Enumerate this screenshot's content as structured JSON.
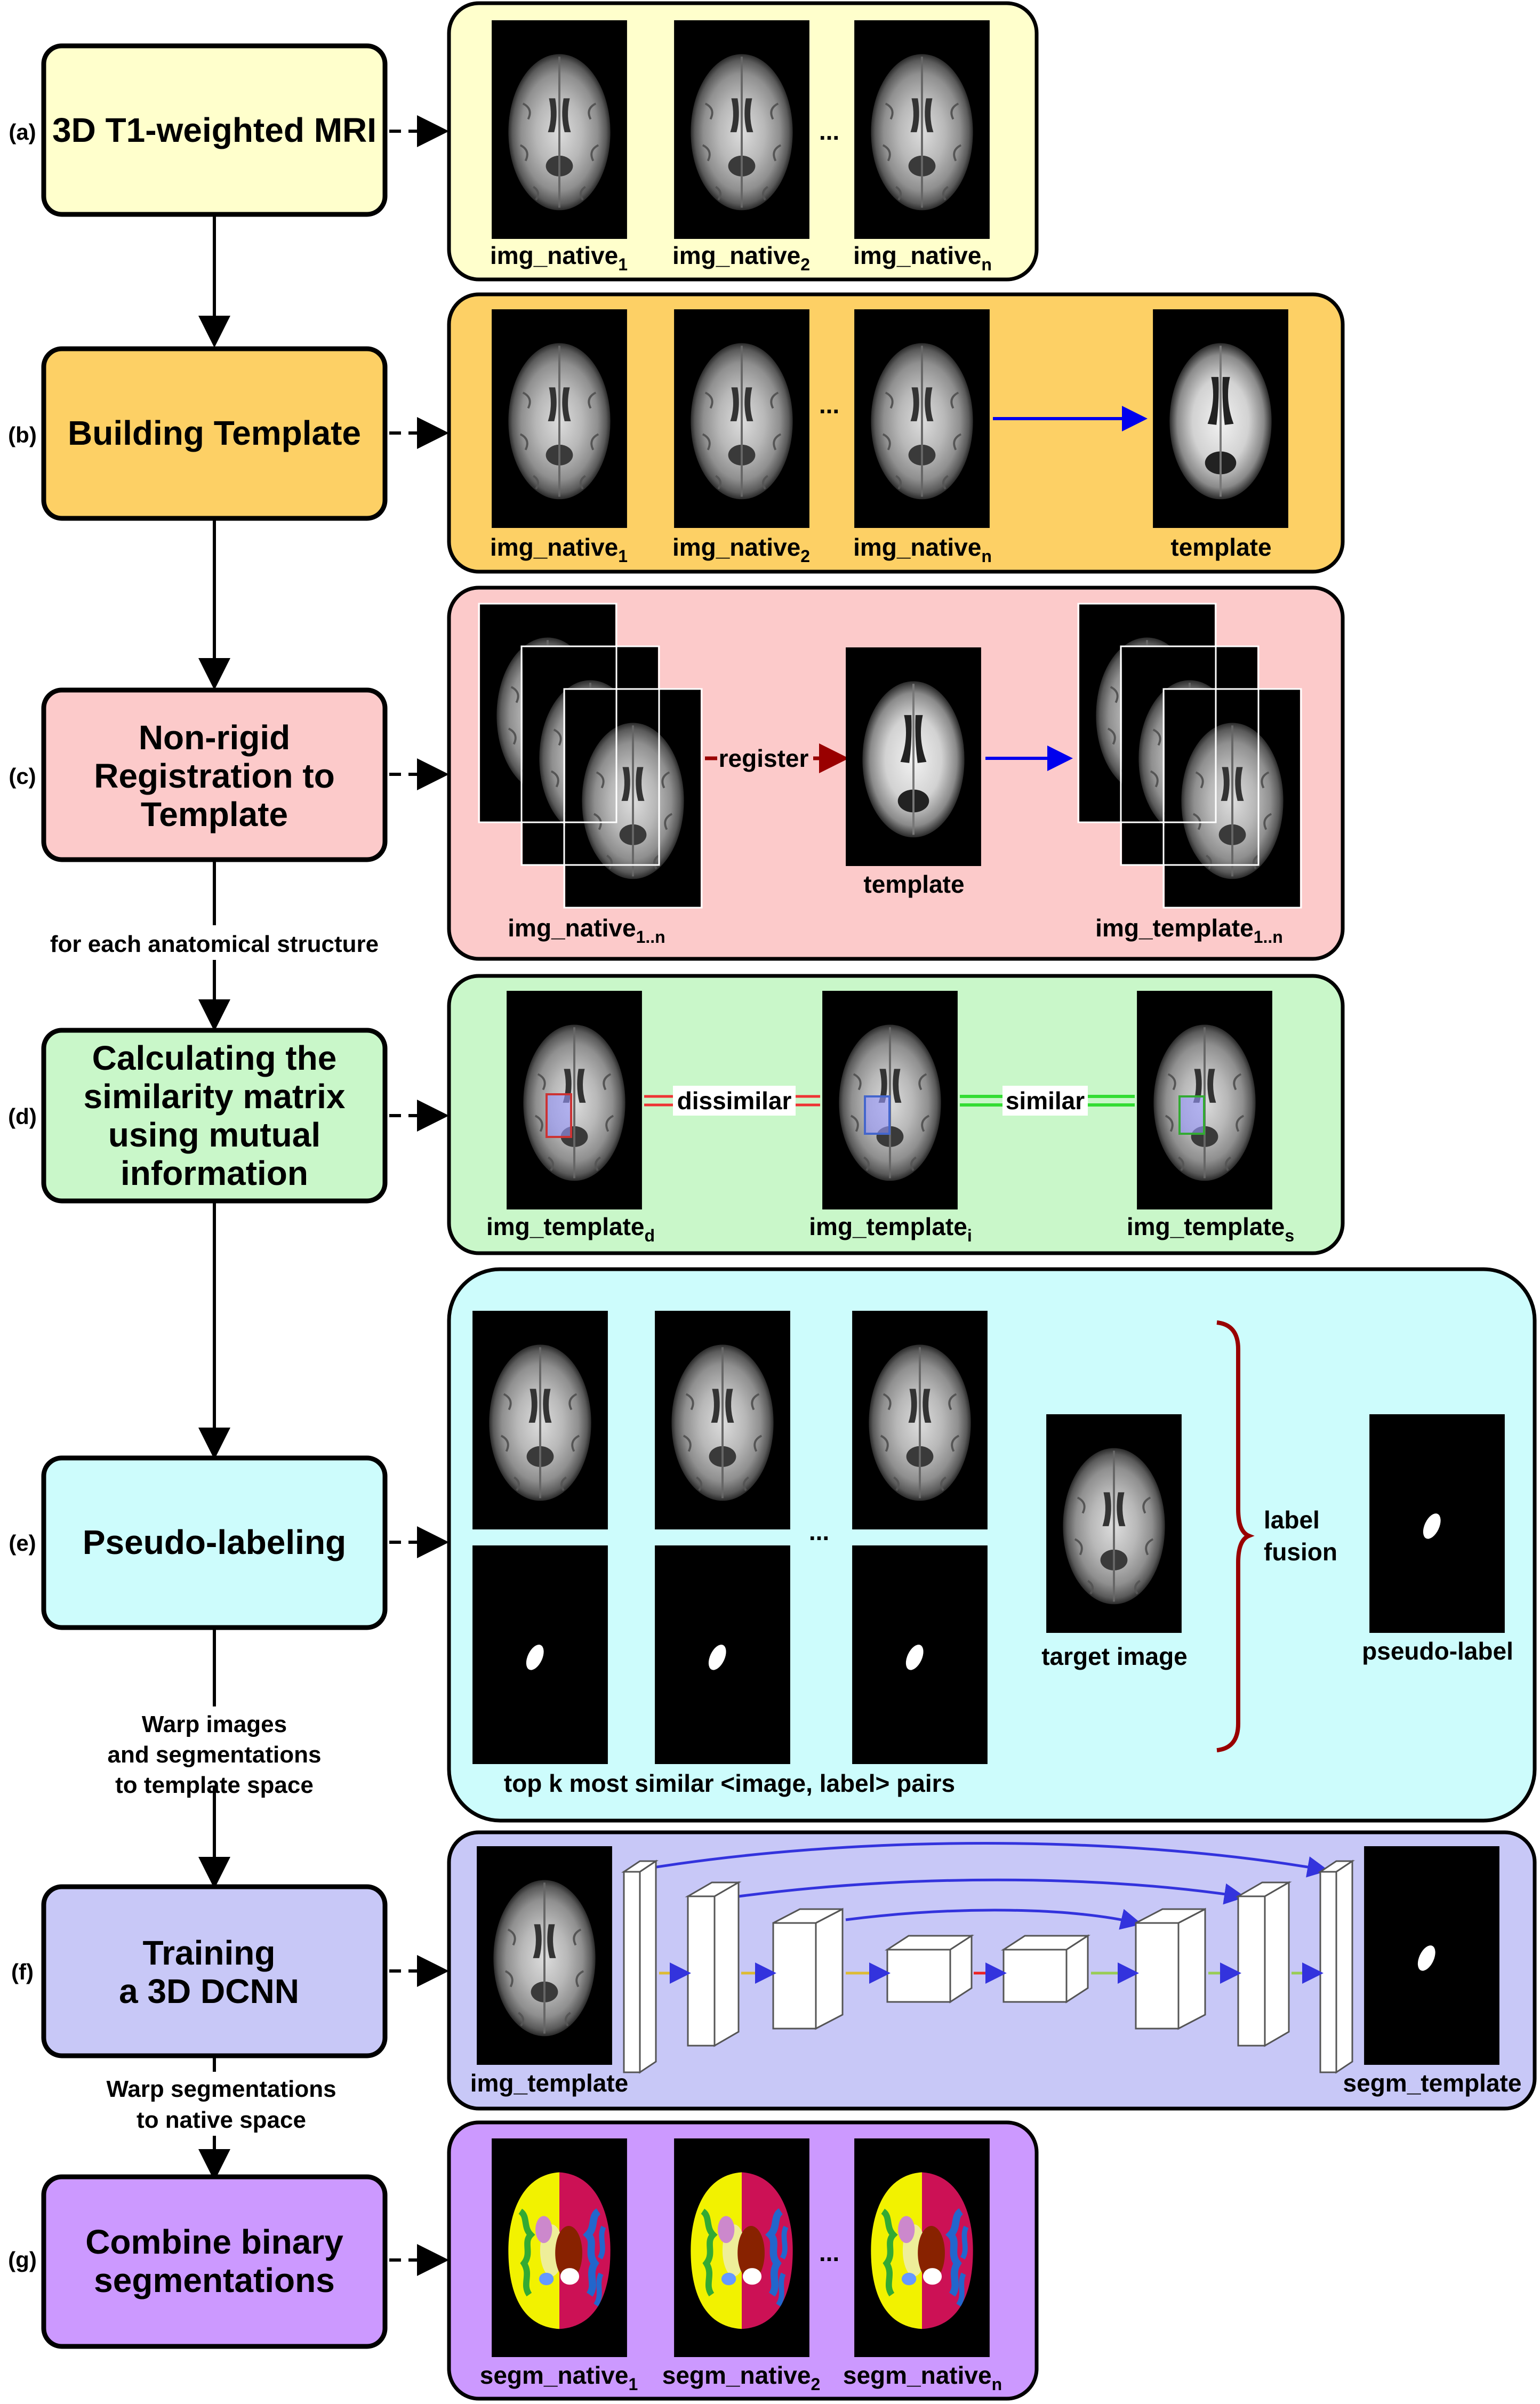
{
  "colors": {
    "a": "#ffffcc",
    "b": "#fdd065",
    "c": "#fccaca",
    "d": "#c9f7c9",
    "e": "#cdfcfc",
    "f": "#c8c8f7",
    "g": "#cc99ff",
    "register_arrow": "#990000",
    "blue_arrow": "#0000ee",
    "dissimilar_line": "#ee3333",
    "similar_line": "#33dd33",
    "brace": "#990000"
  },
  "stages": {
    "a": {
      "tag": "(a)",
      "line1": "3D T1-weighted MRI"
    },
    "b": {
      "tag": "(b)",
      "line1": "Building Template"
    },
    "c": {
      "tag": "(c)",
      "line1": "Non-rigid",
      "line2": "Registration to",
      "line3": "Template"
    },
    "d": {
      "tag": "(d)",
      "line1": "Calculating the",
      "line2": "similarity matrix",
      "line3": "using mutual",
      "line4": "information"
    },
    "e": {
      "tag": "(e)",
      "line1": "Pseudo-labeling"
    },
    "f": {
      "tag": "(f)",
      "line1": "Training",
      "line2": "a 3D DCNN"
    },
    "g": {
      "tag": "(g)",
      "line1": "Combine binary",
      "line2": "segmentations"
    }
  },
  "connectors": {
    "c_d": "for each anatomical structure",
    "e_f_1": "Warp images",
    "e_f_2": "and segmentations",
    "e_f_3": "to template space",
    "f_g_1": "Warp segmentations",
    "f_g_2": "to native space"
  },
  "panels": {
    "a": {
      "cap1": "img_native",
      "sub1": "1",
      "cap2": "img_native",
      "sub2": "2",
      "cap3": "img_native",
      "sub3": "n",
      "ellipsis": "..."
    },
    "b": {
      "cap1": "img_native",
      "sub1": "1",
      "cap2": "img_native",
      "sub2": "2",
      "cap3": "img_native",
      "sub3": "n",
      "cap4": "template",
      "ellipsis": "..."
    },
    "c": {
      "cap_left": "img_native",
      "sub_left": "1..n",
      "register": "register",
      "cap_mid": "template",
      "cap_right": "img_template",
      "sub_right": "1..n"
    },
    "d": {
      "cap1": "img_template",
      "sub1": "d",
      "cap2": "img_template",
      "sub2": "i",
      "cap3": "img_template",
      "sub3": "s",
      "dissimilar": "dissimilar",
      "similar": "similar"
    },
    "e": {
      "ellipsis": "...",
      "cap_pairs": "top k most similar <image, label> pairs",
      "cap_target": "target image",
      "fusion1": "label",
      "fusion2": "fusion",
      "cap_pseudo": "pseudo-label"
    },
    "f": {
      "cap_left": "img_template",
      "cap_right": "segm_template"
    },
    "g": {
      "cap1": "segm_native",
      "sub1": "1",
      "cap2": "segm_native",
      "sub2": "2",
      "cap3": "segm_native",
      "sub3": "n",
      "ellipsis": "..."
    }
  }
}
